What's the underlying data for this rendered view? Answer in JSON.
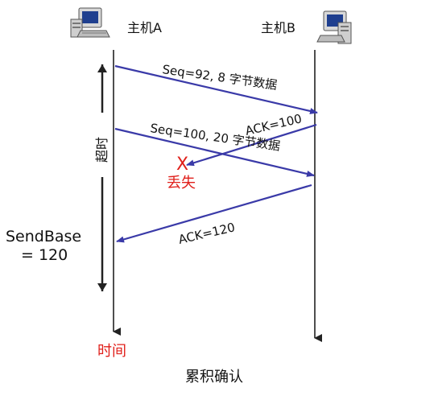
{
  "hosts": {
    "a_label": "主机A",
    "b_label": "主机B"
  },
  "messages": {
    "seq1": "Seq=92, 8 字节数据",
    "ack1": "ACK=100",
    "seq2": "Seq=100, 20 字节数据",
    "ack2": "ACK=120"
  },
  "timeout_label": "超时",
  "loss": {
    "mark": "X",
    "label": "丢失"
  },
  "sendbase": {
    "line1": "SendBase",
    "line2": "= 120"
  },
  "time_label": "时间",
  "caption": "累积确认",
  "colors": {
    "arrow": "#3a3aa8",
    "timeline": "#222222",
    "loss": "#e0201b"
  },
  "icons": {
    "host_a": "computer-icon",
    "host_b": "computer-icon"
  }
}
